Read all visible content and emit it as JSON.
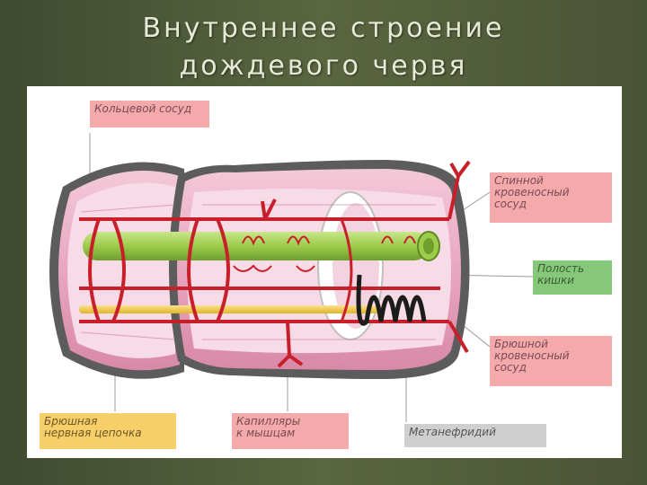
{
  "slide": {
    "title_line1": "Внутреннее строение",
    "title_line2": "дождевого червя"
  },
  "labels": {
    "ring_vessel": "Кольцевой сосуд",
    "dorsal_vessel_1": "Спинной",
    "dorsal_vessel_2": "кровеносный",
    "dorsal_vessel_3": "сосуд",
    "gut_cavity_1": "Полость",
    "gut_cavity_2": "кишки",
    "ventral_vessel_1": "Брюшной",
    "ventral_vessel_2": "кровеносный",
    "ventral_vessel_3": "сосуд",
    "nerve_chain_1": "Брюшная",
    "nerve_chain_2": "нервная цепочка",
    "capillaries_1": "Капилляры",
    "capillaries_2": "к мышцам",
    "metanephridium": "Метанефридий"
  },
  "colors": {
    "label_pink": "#f4a9aa",
    "label_green": "#86c879",
    "label_yellow": "#f6cf69",
    "label_grey": "#cfcfcf",
    "vessel_red": "#c8202a",
    "gut_green": "#9ccc4a",
    "nerve_yellow": "#f0cc3a",
    "body_pink": "#e8a6c0"
  }
}
